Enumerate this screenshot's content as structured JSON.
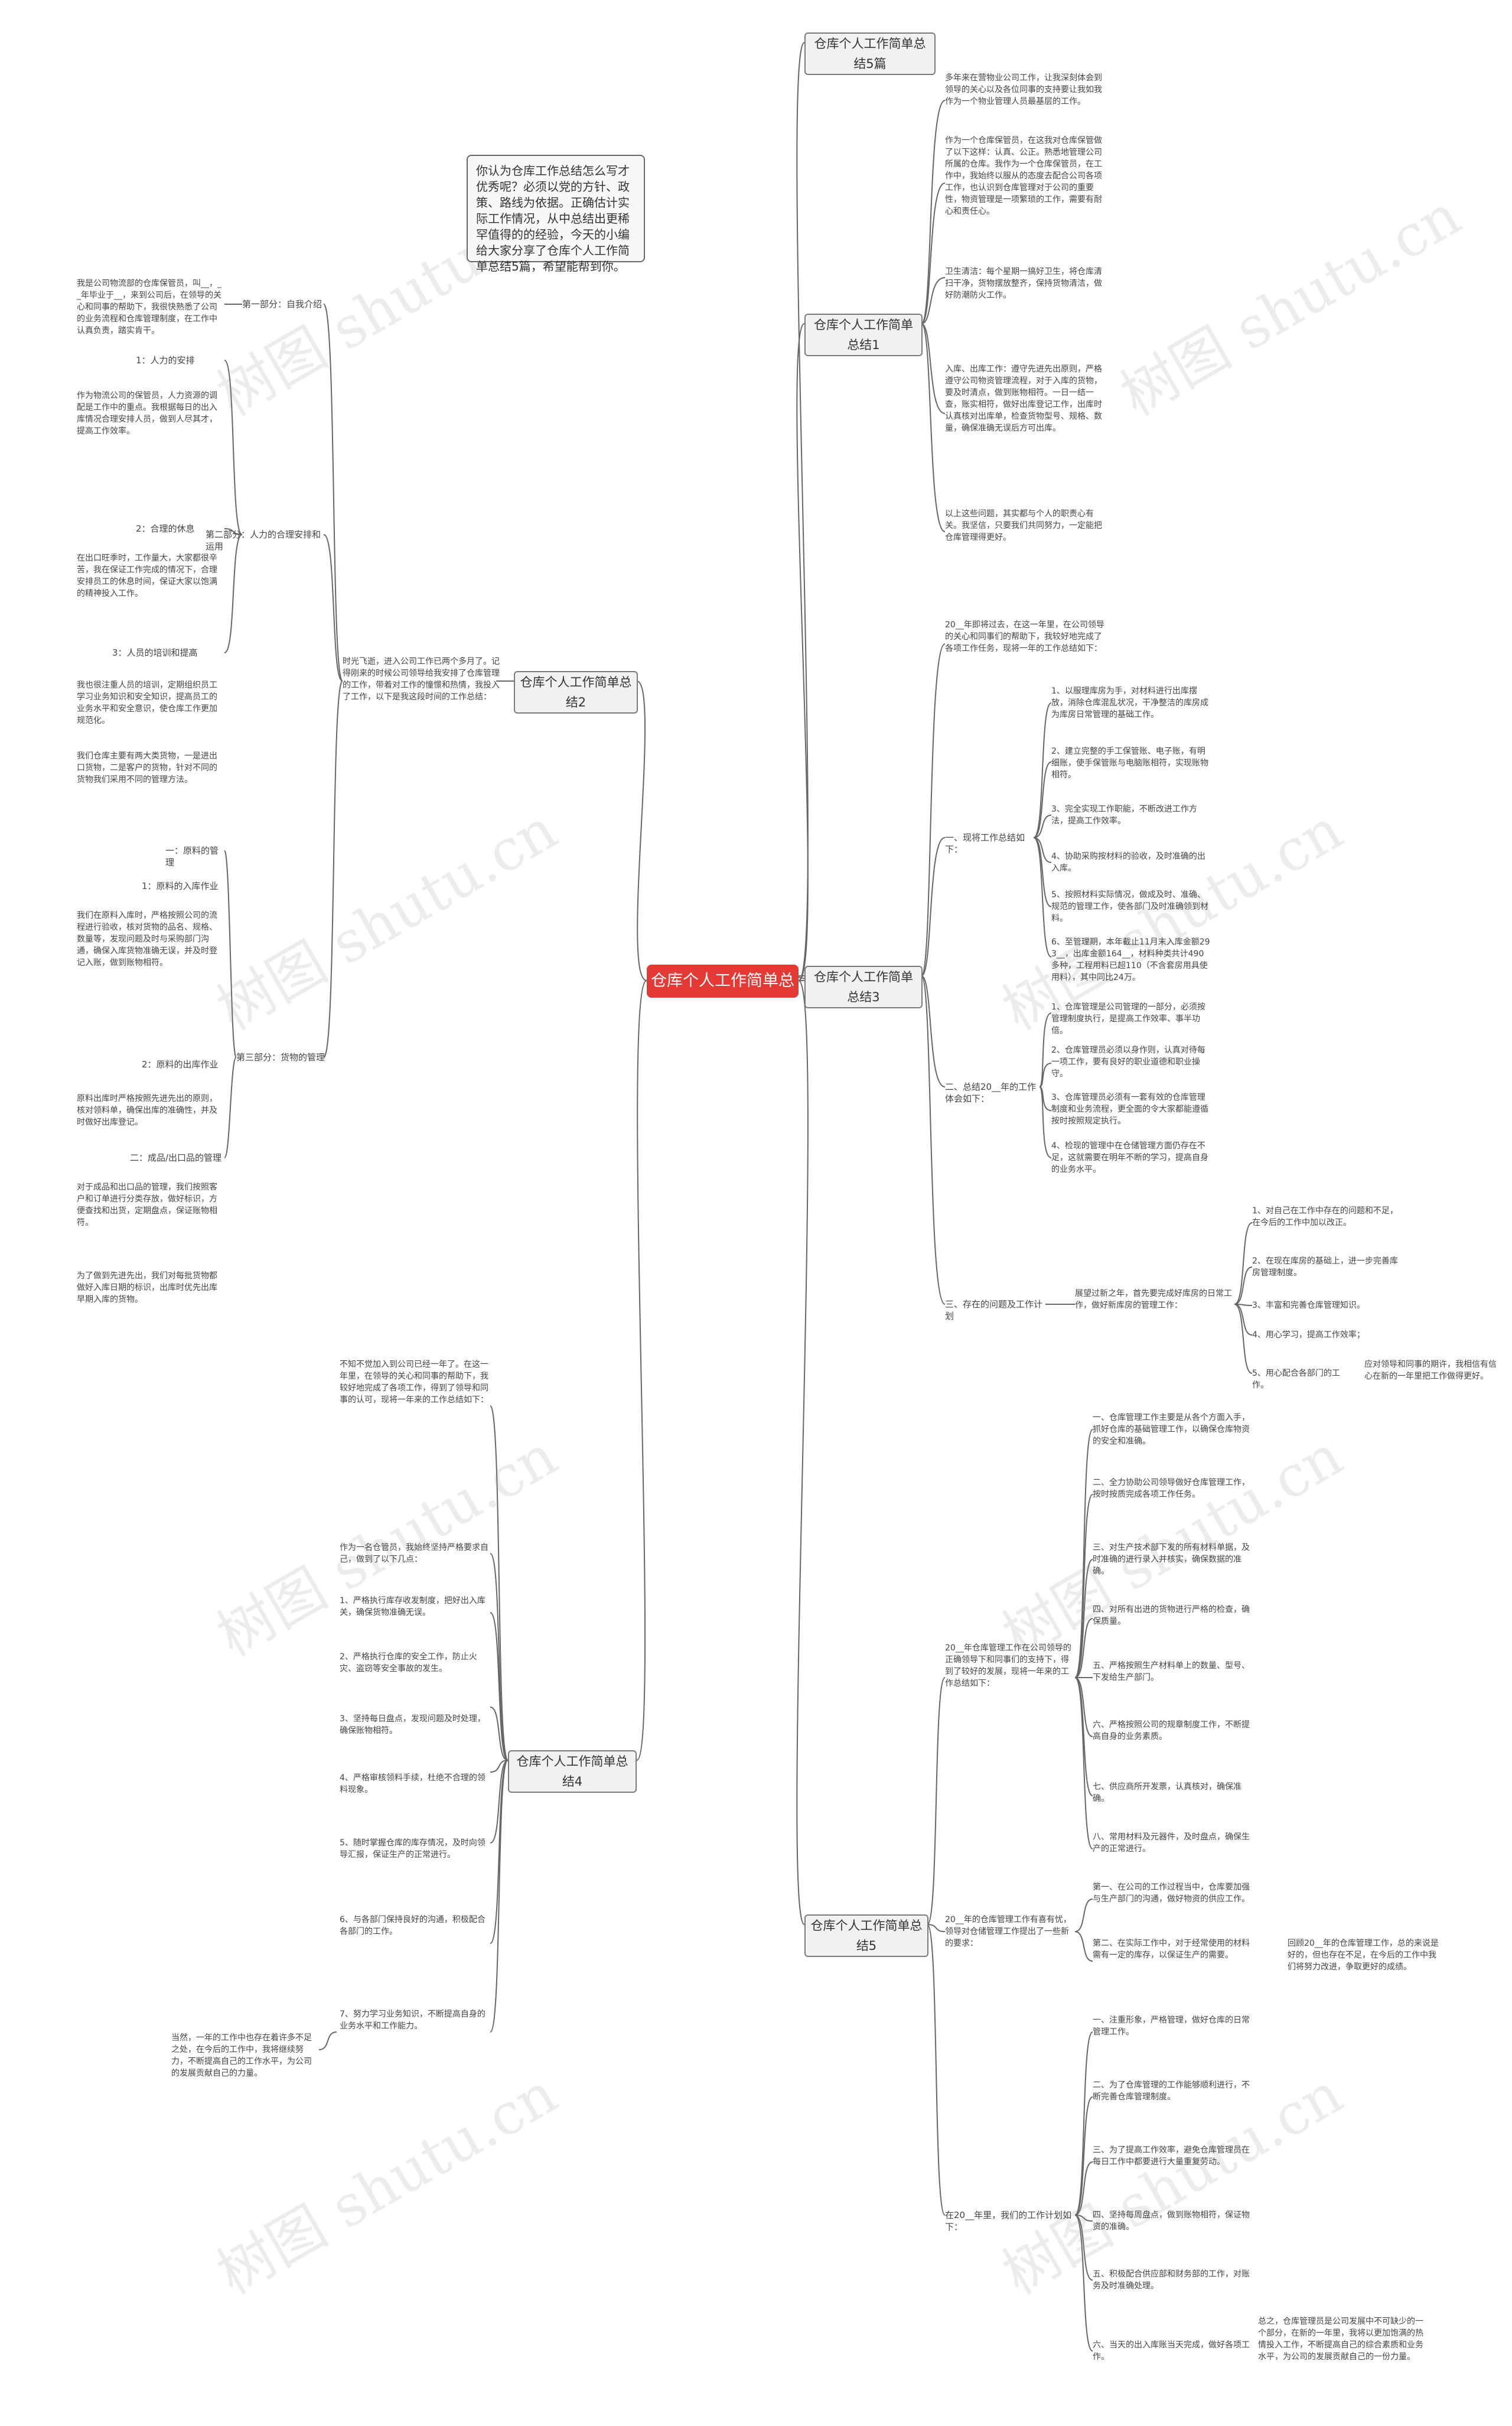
{
  "root": "仓库个人工作简单总结",
  "intro": "你认为仓库工作总结怎么写才优秀呢？必须以党的方针、政策、路线为依据。正确估计实际工作情况，从中总结出更稀罕值得的的经验，今天的小编给大家分享了仓库个人工作简单总结5篇，希望能帮到你。",
  "watermark": "树图 shutu.cn",
  "branches": {
    "b5": "仓库个人工作简单总结5篇",
    "b1": "仓库个人工作简单总结1",
    "b2": "仓库个人工作简单总结2",
    "b3": "仓库个人工作简单总结3",
    "b4": "仓库个人工作简单总结4",
    "b5b": "仓库个人工作简单总结5"
  },
  "s1": [
    "多年来在营物业公司工作，让我深刻体会到领导的关心以及各位同事的支持要让我如我作为一个物业管理人员最基层的工作。",
    "作为一个仓库保管员，在这我对仓库保管做了以下这样：认真、公正。熟悉地管理公司所属的仓库。我作为一个仓库保管员，在工作中，我始终以服从的态度去配合公司各项工作，也认识到仓库管理对于公司的重要性，物资管理是一项繁琐的工作，需要有耐心和责任心。",
    "卫生清洁：每个星期一搞好卫生，将仓库清扫干净，货物摆放整齐，保持货物清洁，做好防潮防火工作。",
    "入库、出库工作：遵守先进先出原则，严格遵守公司物资管理流程，对于入库的货物，要及时清点，做到账物相符。一日一结一查，账实相符，做好出库登记工作，出库时认真核对出库单，检查货物型号、规格、数量，确保准确无误后方可出库。",
    "以上这些问题，其实都与个人的职责心有关。我坚信，只要我们共同努力，一定能把仓库管理得更好。"
  ],
  "s2": {
    "intro": "时光飞逝，进入公司工作已两个多月了。记得刚来的时候公司领导给我安排了仓库管理的工作，带着对工作的憧憬和热情，我投入了工作，以下是我这段时间的工作总结：",
    "part1": "第一部分：自我介绍",
    "part1_text": "我是公司物流部的仓库保管员，叫__，__年毕业于__，来到公司后，在领导的关心和同事的帮助下，我很快熟悉了公司的业务流程和仓库管理制度，在工作中认真负责，踏实肯干。",
    "part2": "第二部分：人力的合理安排和运用",
    "p2_1": "1：人力的安排",
    "p2_1_text": "作为物流公司的保管员，人力资源的调配是工作中的重点。我根据每日的出入库情况合理安排人员，做到人尽其才，提高工作效率。",
    "p2_2": "2：合理的休息",
    "p2_2_text": "在出口旺季时，工作量大，大家都很辛苦，我在保证工作完成的情况下，合理安排员工的休息时间，保证大家以饱满的精神投入工作。",
    "p2_3": "3：人员的培训和提高",
    "p2_3_text": "我也很注重人员的培训，定期组织员工学习业务知识和安全知识，提高员工的业务水平和安全意识，使仓库工作更加规范化。",
    "part3": "第三部分：货物的管理",
    "part3_text": "我们仓库主要有两大类货物，一是进出口货物，二是客户的货物，针对不同的货物我们采用不同的管理方法。",
    "p3_1": "一：原料的管理",
    "p3_1a": "1：原料的入库作业",
    "p3_1a_text": "我们在原料入库时，严格按照公司的流程进行验收，核对货物的品名、规格、数量等，发现问题及时与采购部门沟通，确保入库货物准确无误，并及时登记入账，做到账物相符。",
    "p3_1b": "2：原料的出库作业",
    "p3_1b_text": "原料出库时严格按照先进先出的原则，核对领料单，确保出库的准确性，并及时做好出库登记。",
    "p3_2": "二：成品/出口品的管理",
    "p3_2_text": "对于成品和出口品的管理，我们按照客户和订单进行分类存放，做好标识，方便查找和出货，定期盘点，保证账物相符。",
    "p3_2_text2": "为了做到先进先出，我们对每批货物都做好入库日期的标识，出库时优先出库早期入库的货物。"
  },
  "s3": {
    "intro": "20__年即将过去，在这一年里，在公司领导的关心和同事们的帮助下，我较好地完成了各项工作任务，现将一年的工作总结如下：",
    "h1": "一、现将工作总结如下：",
    "items1": [
      "1、以服理库房为手，对材料进行出库摆放，消除仓库混乱状况，干净整洁的库房成为库房日常管理的基础工作。",
      "2、建立完整的手工保管账、电子账，有明细账，使手保管账与电脑账相符，实现账物相符。",
      "3、完全实现工作职能，不断改进工作方法，提高工作效率。",
      "4、协助采购按材料的验收，及时准确的出入库。",
      "5、按照材料实际情况，做成及时、准确、规范的管理工作，使各部门及时准确领到材料。",
      "6、至管理期，本年截止11月末入库金额293__，出库金额164__，材料种类共计490多种，工程用料已超110（不含套房用具使用料），其中同比24万。"
    ],
    "h2": "二、总结20__年的工作体会如下：",
    "items2": [
      "1、仓库管理是公司管理的一部分，必须按管理制度执行，是提高工作效率、事半功倍。",
      "2、仓库管理员必须以身作则，认真对待每一项工作，要有良好的职业道德和职业操守。",
      "3、仓库管理员必须有一套有效的仓库管理制度和业务流程，更全面的令大家都能遵循按时按照规定执行。",
      "4、检现的管理中在仓储管理方面仍存在不足，这就需要在明年不断的学习，提高自身的业务水平。"
    ],
    "h3": "三、存在的问题及工作计划",
    "items3_intro": "展望过新之年，首先要完成好库房的日常工作，做好新库房的管理工作：",
    "items3": [
      "1、对自己在工作中存在的问题和不足，在今后的工作中加以改正。",
      "2、在现在库房的基础上，进一步完善库房管理制度。",
      "3、丰富和完善仓库管理知识。",
      "4、用心学习，提高工作效率；",
      "5、用心配合各部门的工作。"
    ],
    "items3_tail": "应对领导和同事的期许，我相信有信心在新的一年里把工作做得更好。"
  },
  "s4": {
    "intro": "不知不觉加入到公司已经一年了。在这一年里，在领导的关心和同事的帮助下，我较好地完成了各项工作，得到了领导和同事的认可，现将一年来的工作总结如下：",
    "intro2": "作为一名仓管员，我始终坚持严格要求自己，做到了以下几点：",
    "items": [
      "1、严格执行库存收发制度，把好出入库关，确保货物准确无误。",
      "2、严格执行仓库的安全工作，防止火灾、盗窃等安全事故的发生。",
      "3、坚持每日盘点，发现问题及时处理，确保账物相符。",
      "4、严格审核领料手续，杜绝不合理的领料现象。",
      "5、随时掌握仓库的库存情况，及时向领导汇报，保证生产的正常进行。",
      "6、与各部门保持良好的沟通，积极配合各部门的工作。",
      "7、努力学习业务知识，不断提高自身的业务水平和工作能力。"
    ],
    "tail": "当然，一年的工作中也存在着许多不足之处，在今后的工作中，我将继续努力，不断提高自己的工作水平，为公司的发展贡献自己的力量。"
  },
  "s5": {
    "intro": "20__年仓库管理工作在公司领导的正确领导下和同事们的支持下，得到了较好的发展，现将一年来的工作总结如下：",
    "items": [
      "一、仓库管理工作主要是从各个方面入手，抓好仓库的基础管理工作，以确保仓库物资的安全和准确。",
      "二、全力协助公司领导做好仓库管理工作，按时按质完成各项工作任务。",
      "三、对生产技术部下发的所有材料单据，及时准确的进行录入并核实，确保数据的准确。",
      "四、对所有出进的货物进行严格的检查，确保质量。",
      "五、严格按照生产材料单上的数量、型号、下发给生产部门。",
      "六、严格按照公司的规章制度工作，不断提高自身的业务素质。",
      "七、供应商所开发票，认真核对，确保准确。",
      "八、常用材料及元器件，及时盘点，确保生产的正常进行。"
    ],
    "h2": "20__年的仓库管理工作有喜有忧，领导对仓储管理工作提出了一些新的要求：",
    "items2": [
      "第一、在公司的工作过程当中，仓库要加强与生产部门的沟通，做好物资的供应工作。",
      "第二、在实际工作中，对于经常使用的材料需有一定的库存，以保证生产的需要。"
    ],
    "items2_side": "回顾20__年的仓库管理工作，总的来说是好的，但也存在不足，在今后的工作中我们将努力改进，争取更好的成绩。",
    "h3": "在20__年里，我们的工作计划如下：",
    "items3": [
      "一、注重形象，严格管理，做好仓库的日常管理工作。",
      "二、为了仓库管理的工作能够顺利进行，不断完善仓库管理制度。",
      "三、为了提高工作效率，避免仓库管理员在每日工作中都要进行大量重复劳动。",
      "四、坚持每周盘点，做到账物相符，保证物资的准确。",
      "五、积极配合供应部和财务部的工作，对账务及时准确处理。",
      "六、当天的出入库账当天完成，做好各项工作。"
    ],
    "tail": "总之，仓库管理员是公司发展中不可缺少的一个部分，在新的一年里，我将以更加饱满的热情投入工作，不断提高自己的综合素质和业务水平，为公司的发展贡献自己的一份力量。"
  }
}
